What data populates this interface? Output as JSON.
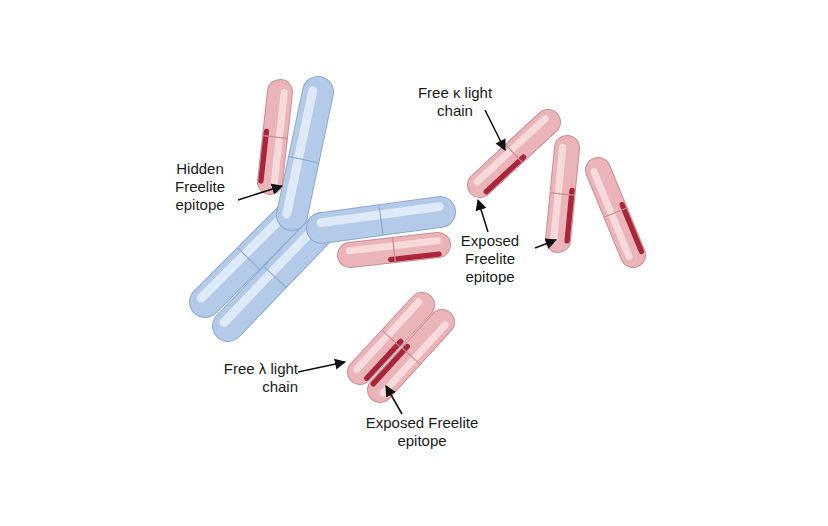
{
  "diagram": {
    "labels": [
      "Hidden Freelite epitope",
      "Free κ light chain",
      "Exposed Freelite epitope",
      "Exposed Freelite epitope",
      "Free λ light chain"
    ]
  }
}
